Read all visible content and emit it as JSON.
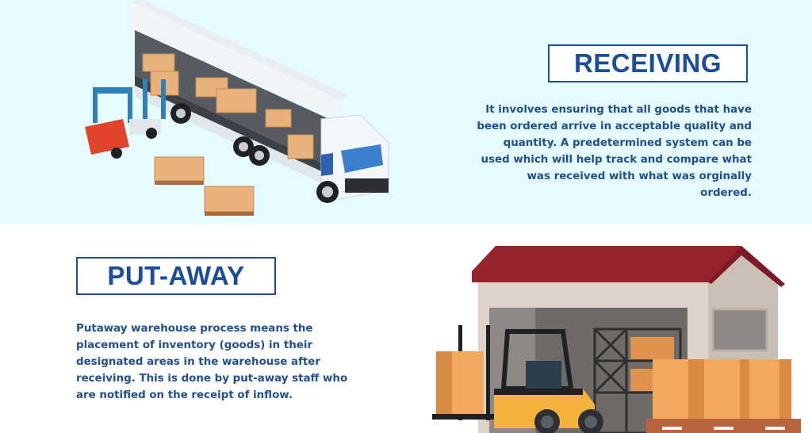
{
  "receiving": {
    "title": "RECEIVING",
    "lines": [
      "It involves ensuring that all goods that have",
      "been ordered arrive in acceptable quality and",
      "quantity. A predetermined system can be",
      "used which will help track and compare what",
      "was received with what was orginally",
      "ordered."
    ],
    "illustration": "truck-unloading-forklift-illustration"
  },
  "putaway": {
    "title": "PUT-AWAY",
    "lines": [
      "Putaway warehouse process means the",
      "placement of inventory (goods) in their",
      "designated areas in the warehouse after",
      "receiving. This is done by put-away staff who",
      "are notified on the receipt of inflow."
    ],
    "illustration": "warehouse-forklift-illustration"
  },
  "colors": {
    "top_background": "#e6fbff",
    "bottom_background": "#ffffff",
    "heading_blue": "#1a4d9c",
    "text_blue": "#204f92",
    "roof_red": "#97232f",
    "box_tan": "#e8b27a",
    "forklift_yellow": "#f4b23a",
    "forklift_red": "#e0442b",
    "forklift_frame_blue": "#2f7fb8"
  }
}
